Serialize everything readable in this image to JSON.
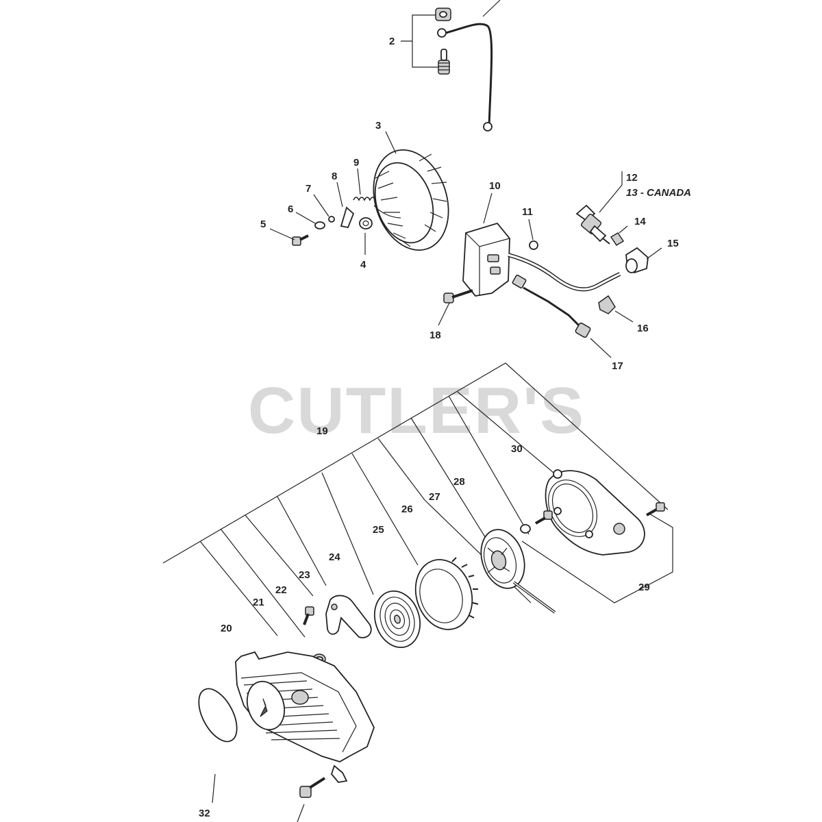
{
  "watermark": "CUTLER'S",
  "labels": {
    "l2": "2",
    "l3": "3",
    "l4": "4",
    "l5": "5",
    "l6": "6",
    "l7": "7",
    "l8": "8",
    "l9": "9",
    "l10": "10",
    "l11": "11",
    "l12": "12",
    "l13": "13 - CANADA",
    "l14": "14",
    "l15": "15",
    "l16": "16",
    "l17": "17",
    "l18": "18",
    "l19": "19",
    "l20": "20",
    "l21": "21",
    "l22": "22",
    "l23": "23",
    "l24": "24",
    "l25": "25",
    "l26": "26",
    "l27": "27",
    "l28": "28",
    "l29": "29",
    "l30": "30",
    "l32": "32"
  }
}
